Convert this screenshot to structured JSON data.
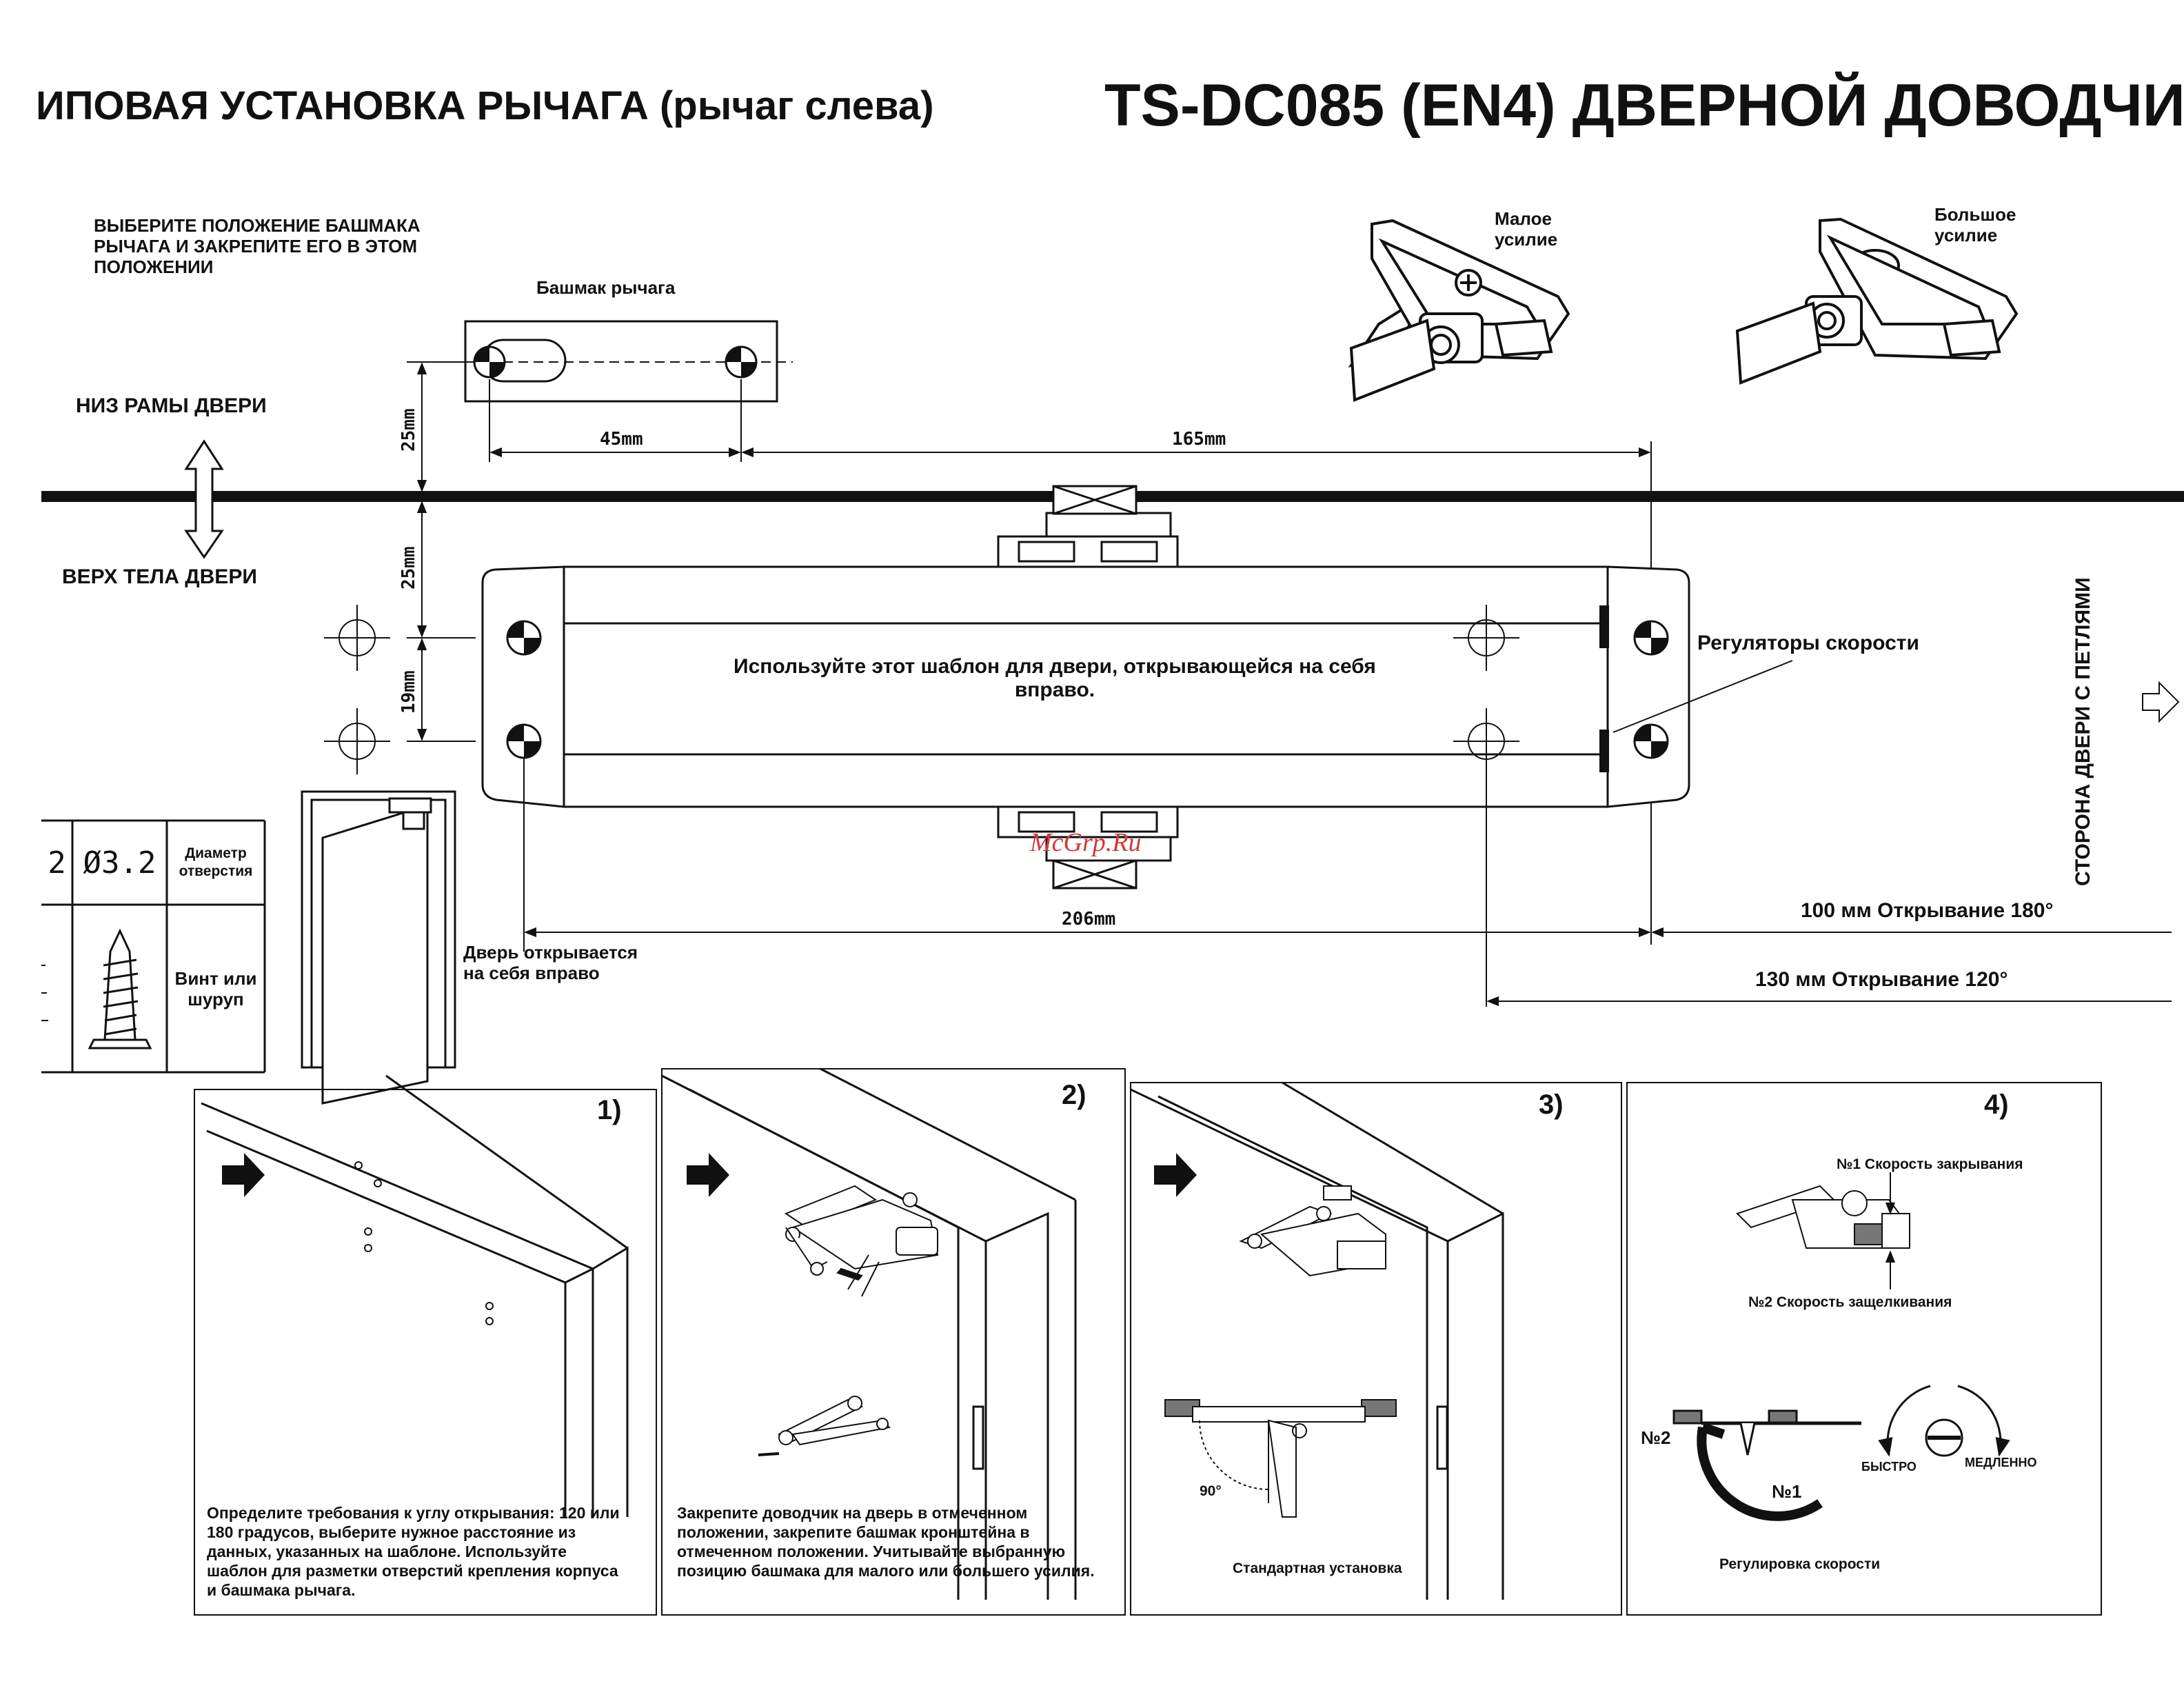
{
  "header": {
    "left_title": "ИПОВАЯ УСТАНОВКА РЫЧАГА (рычаг слева)",
    "right_title": "TS-DC085 (EN4) ДВЕРНОЙ ДОВОДЧИ"
  },
  "template": {
    "instruction": "ВЫБЕРИТЕ ПОЛОЖЕНИЕ БАШМАКА РЫЧАГА И ЗАКРЕПИТЕ ЕГО В ЭТОМ ПОЛОЖЕНИИ",
    "shoe_label": "Башмак рычага",
    "frame_bottom_label": "НИЗ РАМЫ ДВЕРИ",
    "door_top_label": "ВЕРХ ТЕЛА ДВЕРИ",
    "small_force_label": "Малое усилие",
    "large_force_label": "Большое усилие",
    "speed_regulators_label": "Регуляторы скорости",
    "body_note": "Используйте этот шаблон для двери, открывающейся на себя вправо.",
    "hinge_side_label": "СТОРОНА ДВЕРИ С ПЕТЛЯМИ",
    "door_opens_label": "Дверь открывается на себя вправо",
    "watermark": "McGrp.Ru",
    "dimensions": {
      "d_45": "45mm",
      "d_165": "165mm",
      "d_25_top": "25mm",
      "d_25_mid": "25mm",
      "d_19": "19mm",
      "d_206": "206mm"
    },
    "opening_180": "100 мм   Открывание 180°",
    "opening_120": "130 мм   Открывание 120°"
  },
  "screw_table": {
    "partial_value": "2",
    "diameter_value": "Ø3.2",
    "diameter_label": "Диаметр отверстия",
    "screw_label": "Винт или шуруп"
  },
  "steps": [
    {
      "number": "1)",
      "text": "Определите требования к углу открывания: 120 или 180 градусов, выберите нужное расстояние из данных, указанных на шаблоне. Используйте шаблон для разметки отверстий крепления корпуса и башмака рычага."
    },
    {
      "number": "2)",
      "text": "Закрепите доводчик на дверь в отмеченном положении, закрепите башмак кронштейна в отмеченном положении. Учитывайте выбранную позицию башмака для малого или большего усилия."
    },
    {
      "number": "3)",
      "caption": "Стандартная установка",
      "angle_label": "90°"
    },
    {
      "number": "4)",
      "caption": "Регулировка скорости",
      "closing_speed_label": "№1 Скорость закрывания",
      "latching_speed_label": "№2 Скорость защелкивания",
      "no2_label": "№2",
      "no1_label": "№1",
      "fast_label": "БЫСТРО",
      "slow_label": "МЕДЛЕННО"
    }
  ]
}
